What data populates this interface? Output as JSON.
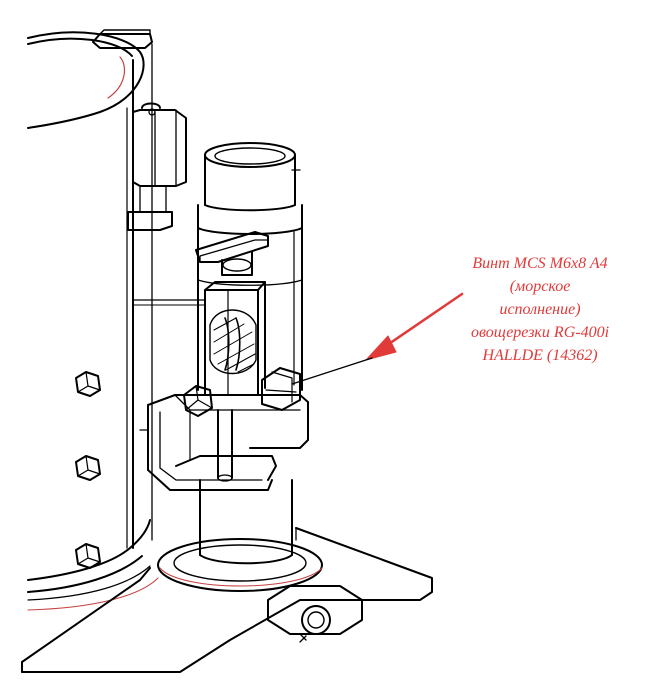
{
  "callout": {
    "lines": [
      "Винт MCS M6x8 A4",
      "(морское",
      "исполнение)",
      "овощерезки RG-400i",
      "HALLDE (14362)"
    ],
    "color": "#e03a3a"
  },
  "drawing": {
    "line_color": "#000000",
    "accent_line_color": "#c84040",
    "background": "#ffffff"
  }
}
